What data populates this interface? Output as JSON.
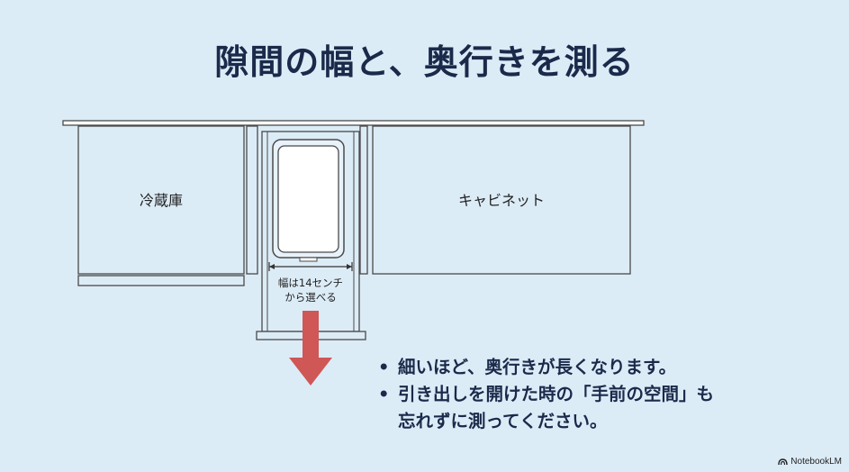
{
  "title": "隙間の幅と、奥行きを測る",
  "diagram": {
    "refrigerator_label": "冷蔵庫",
    "cabinet_label": "キャビネット",
    "width_label_line1": "幅は14センチ",
    "width_label_line2": "から選べる"
  },
  "bullets": [
    "細いほど、奥行きが長くなります。",
    "引き出しを開けた時の「手前の空間」も",
    "忘れずに測ってください。"
  ],
  "brand": "NotebookLM",
  "colors": {
    "background": "#dcecf7",
    "line": "#4a4a4a",
    "arrow": "#cf5756",
    "text": "#1b2a4a"
  }
}
